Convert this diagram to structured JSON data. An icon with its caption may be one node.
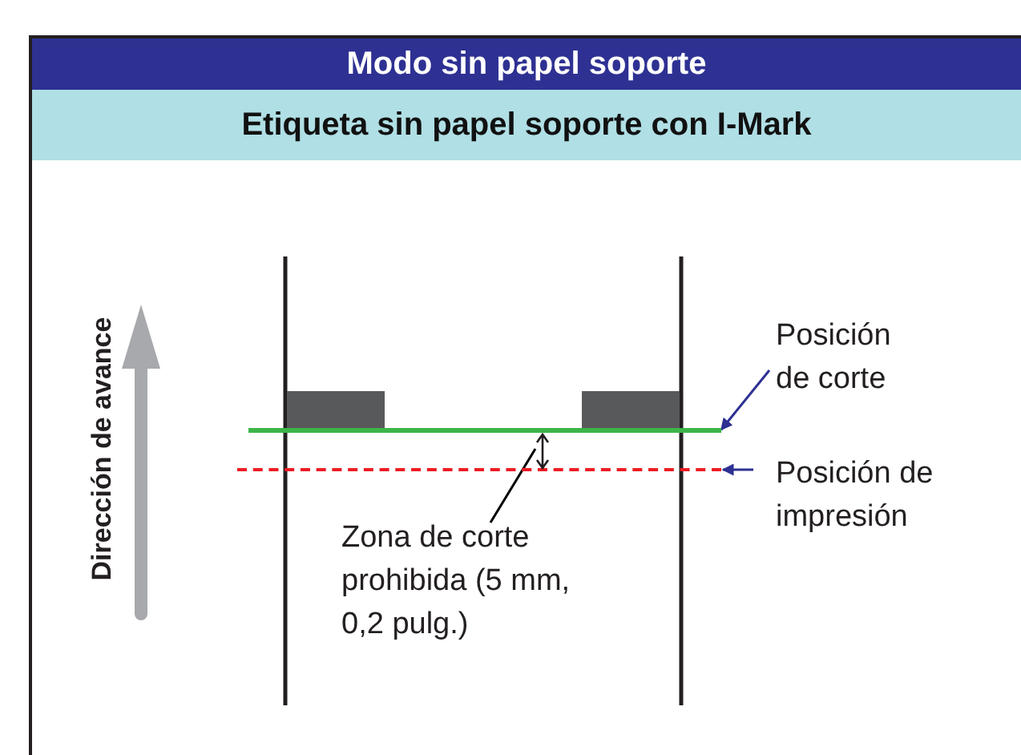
{
  "diagram": {
    "title": "Modo sin papel soporte",
    "nodes": [
      {
        "text": [
          "Etiqueta sin papel soporte con I-Mark"
        ]
      },
      {
        "text": [
          "Posición de corte"
        ]
      },
      {
        "text": [],
        "shape": "line"
      },
      {
        "text": [
          "Posición de impresión"
        ]
      },
      {
        "text": [],
        "shape": "line"
      },
      {
        "text": [
          "Zona de corte prohibida (5 mm, 0,2 pulg.)"
        ]
      },
      {
        "text": [],
        "shape": "arrow"
      }
    ],
    "edges": [
      {
        "from": 1,
        "to": 2,
        "arrow": "to"
      },
      {
        "from": 3,
        "to": 4,
        "arrow": "to"
      },
      {
        "from": 5,
        "to": 6,
        "arrow": "none",
        "color": "#000000"
      }
    ],
    "labels": [
      "Dirección de avance"
    ]
  }
}
